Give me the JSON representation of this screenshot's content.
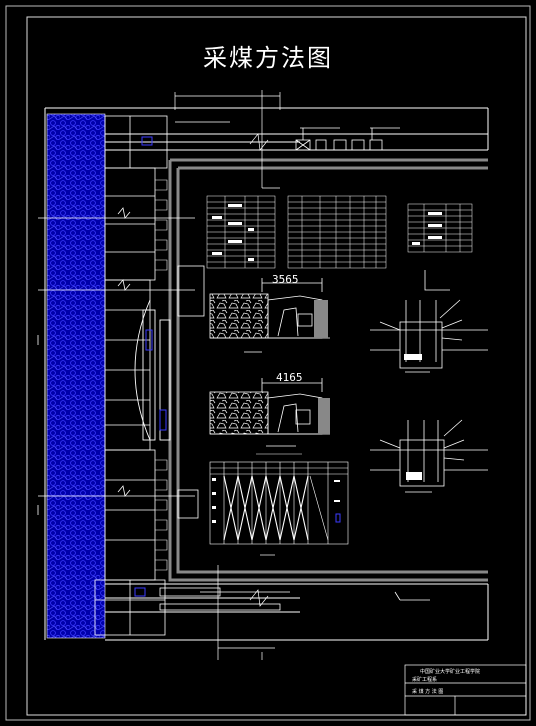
{
  "drawing": {
    "title": "采煤方法图",
    "dim_upper": "3565",
    "dim_lower": "4165"
  },
  "title_block": {
    "line1": "中国矿业大学矿业工程学院",
    "line2": "采矿工程系",
    "line3": "采 煤 方 法 图"
  },
  "colors": {
    "background": "#000000",
    "lines": "#ffffff",
    "coal_hatch": "#1a1aff"
  }
}
